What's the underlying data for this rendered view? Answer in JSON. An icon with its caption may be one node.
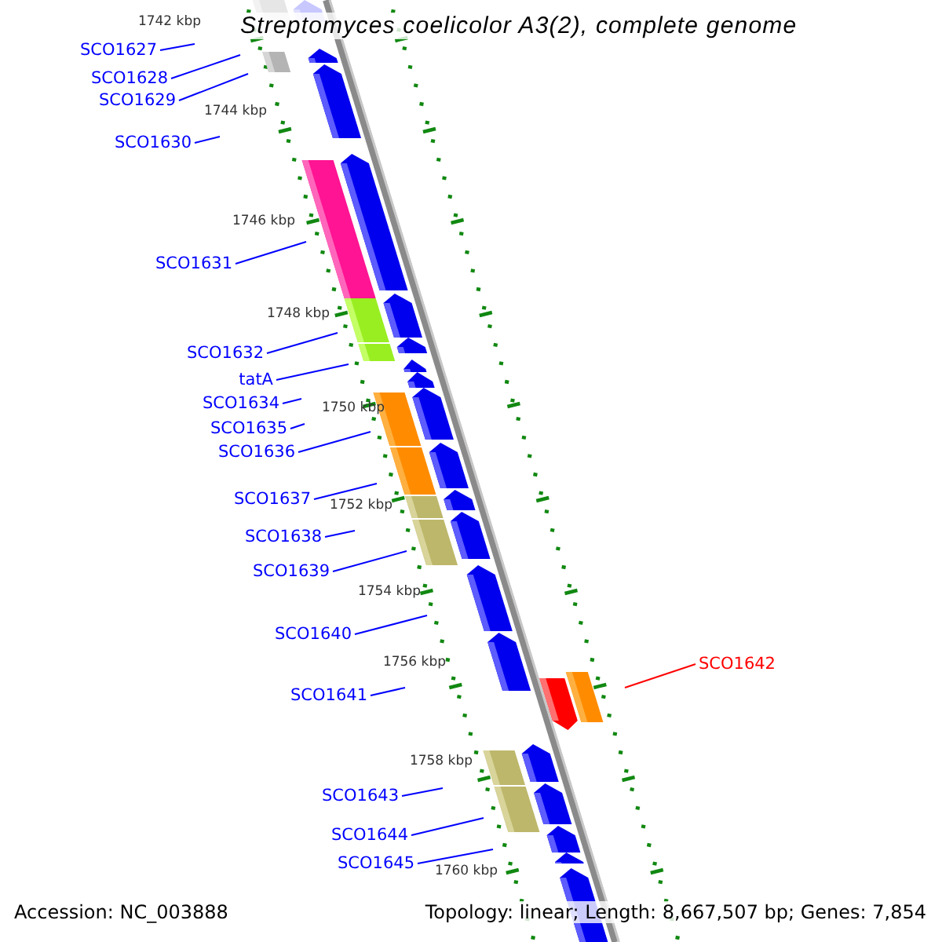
{
  "diagram": {
    "title": "Streptomyces coelicolor A3(2), complete genome",
    "nodes": [
      {
        "text": [
          "SCO1627"
        ]
      },
      {
        "text": [
          "SCO1628"
        ]
      },
      {
        "text": [
          "SCO1629"
        ]
      },
      {
        "text": [
          "SCO1630"
        ]
      },
      {
        "text": [
          "SCO1631"
        ]
      },
      {
        "text": [
          "SCO1632"
        ]
      },
      {
        "text": [
          "tatA"
        ]
      },
      {
        "text": [
          "SCO1634"
        ]
      },
      {
        "text": [
          "SCO1635"
        ]
      },
      {
        "text": [
          "SCO1636"
        ]
      },
      {
        "text": [
          "SCO1637"
        ]
      },
      {
        "text": [
          "SCO1638"
        ]
      },
      {
        "text": [
          "SCO1639"
        ]
      },
      {
        "text": [
          "SCO1640"
        ]
      },
      {
        "text": [
          "SCO1641"
        ]
      },
      {
        "text": [
          "SCO1642"
        ]
      },
      {
        "text": [
          "SCO1643"
        ]
      },
      {
        "text": [
          "SCO1644"
        ]
      },
      {
        "text": [
          "SCO1645"
        ]
      }
    ],
    "edges": [
      {
        "from": 0,
        "to": null,
        "arrow": "none"
      },
      {
        "from": 1,
        "to": null,
        "arrow": "none"
      },
      {
        "from": 2,
        "to": null,
        "arrow": "none"
      },
      {
        "from": 3,
        "to": null,
        "arrow": "none"
      },
      {
        "from": 4,
        "to": null,
        "arrow": "none"
      },
      {
        "from": 5,
        "to": null,
        "arrow": "none"
      },
      {
        "from": 6,
        "to": null,
        "arrow": "none"
      },
      {
        "from": 7,
        "to": null,
        "arrow": "none"
      },
      {
        "from": 8,
        "to": null,
        "arrow": "none"
      },
      {
        "from": 9,
        "to": null,
        "arrow": "none"
      },
      {
        "from": 10,
        "to": null,
        "arrow": "none"
      },
      {
        "from": 11,
        "to": null,
        "arrow": "none"
      },
      {
        "from": 12,
        "to": null,
        "arrow": "none"
      },
      {
        "from": 13,
        "to": null,
        "arrow": "none"
      },
      {
        "from": 14,
        "to": null,
        "arrow": "none"
      },
      {
        "from": 15,
        "to": null,
        "arrow": "none",
        "color": "#ff0000"
      },
      {
        "from": 16,
        "to": null,
        "arrow": "none"
      },
      {
        "from": 17,
        "to": null,
        "arrow": "none"
      },
      {
        "from": 18,
        "to": null,
        "arrow": "none"
      }
    ],
    "labels": [
      "1742 kbp",
      "1744 kbp",
      "1746 kbp",
      "1748 kbp",
      "1750 kbp",
      "1752 kbp",
      "1754 kbp",
      "1756 kbp",
      "1758 kbp",
      "1760 kbp",
      "Accession: NC_003888",
      "Topology: linear; Length: 8,667,507 bp; Genes: 7,854"
    ]
  }
}
